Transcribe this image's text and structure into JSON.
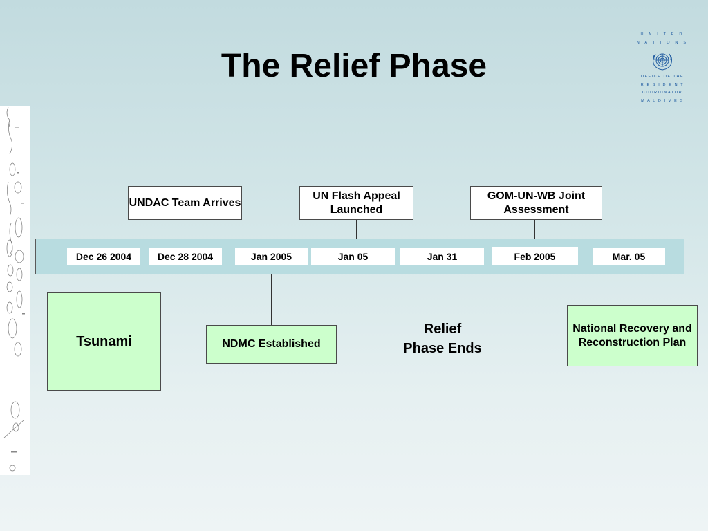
{
  "title": "The Relief Phase",
  "logo": {
    "lines_top": [
      "U N I T E D",
      "N A T I O N S"
    ],
    "lines_bottom": [
      "OFFICE OF THE",
      "R E S I D E N T",
      "COORDINATOR",
      "M A L D I V E S"
    ]
  },
  "events_above": [
    {
      "label": "UNDAC Team Arrives"
    },
    {
      "label": "UN Flash Appeal Launched"
    },
    {
      "label": "GOM-UN-WB Joint Assessment"
    }
  ],
  "dates": [
    "Dec 26 2004",
    "Dec 28 2004",
    "Jan 2005",
    "Jan 05",
    "Jan 31",
    "Feb 2005",
    "Mar. 05"
  ],
  "events_below": {
    "tsunami": "Tsunami",
    "ndmc": "NDMC Established",
    "relief_end_line1": "Relief",
    "relief_end_line2": "Phase Ends",
    "recovery": "National Recovery and Reconstruction Plan"
  },
  "colors": {
    "background": "#c2dbdf",
    "timeline_bar": "#b8dce0",
    "green_box": "#ccffcc",
    "logo_blue": "#1e5aa0"
  }
}
